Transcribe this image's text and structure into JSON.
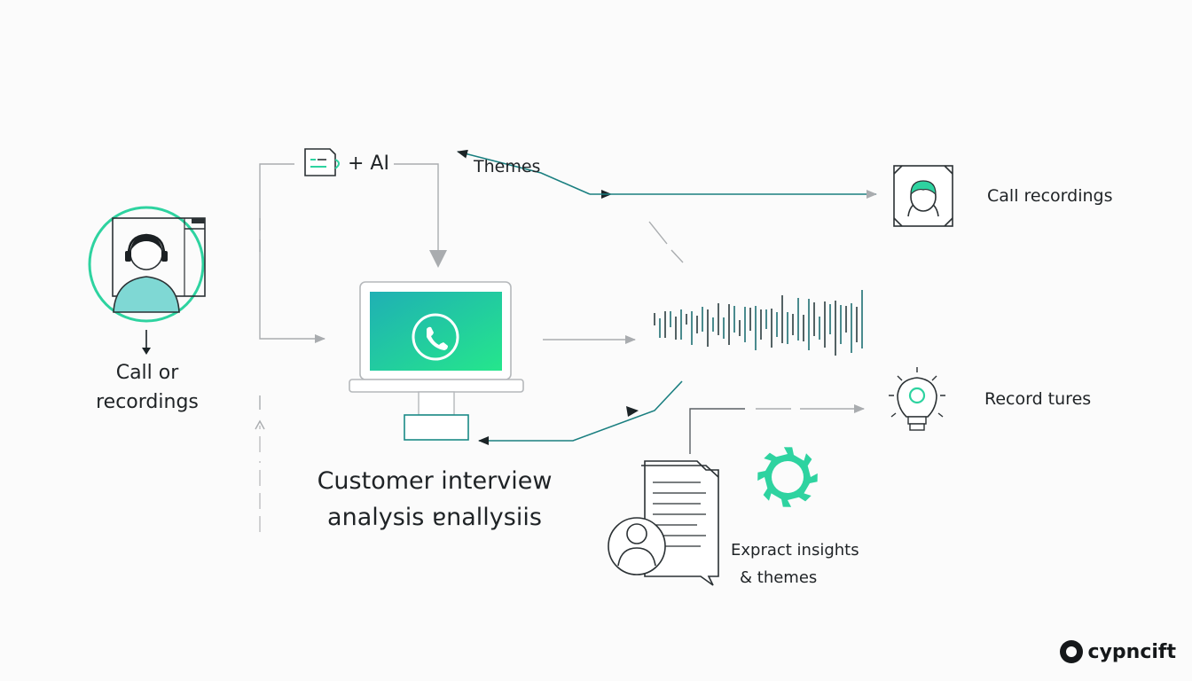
{
  "labels": {
    "ai": "+ AI",
    "themes": "Themes",
    "call_recordings": "Call recordings",
    "call_or": "Call or",
    "recordings": "recordings",
    "record_tures": "Record tures",
    "title_line1": "Customer interview",
    "title_line2": "analysis  ɐnallysiis",
    "extract_line1": "Expract insights",
    "extract_line2": "& themes"
  },
  "brand": {
    "name": "cypncift"
  },
  "colors": {
    "accent": "#2ed3a0",
    "teal": "#1a8a86",
    "line_gray": "#a9acaf",
    "dark": "#2b3134",
    "screen_from": "#21b5b6",
    "screen_to": "#23e08a"
  },
  "icons": {
    "person_headset": "headset-person-icon",
    "document_ai": "document-icon",
    "laptop": "laptop-icon",
    "phone": "phone-icon",
    "waveform": "audio-waveform-icon",
    "face_frame": "face-frame-icon",
    "lightbulb": "lightbulb-icon",
    "report": "document-report-icon",
    "user": "user-avatar-icon",
    "gear": "gear-icon"
  }
}
